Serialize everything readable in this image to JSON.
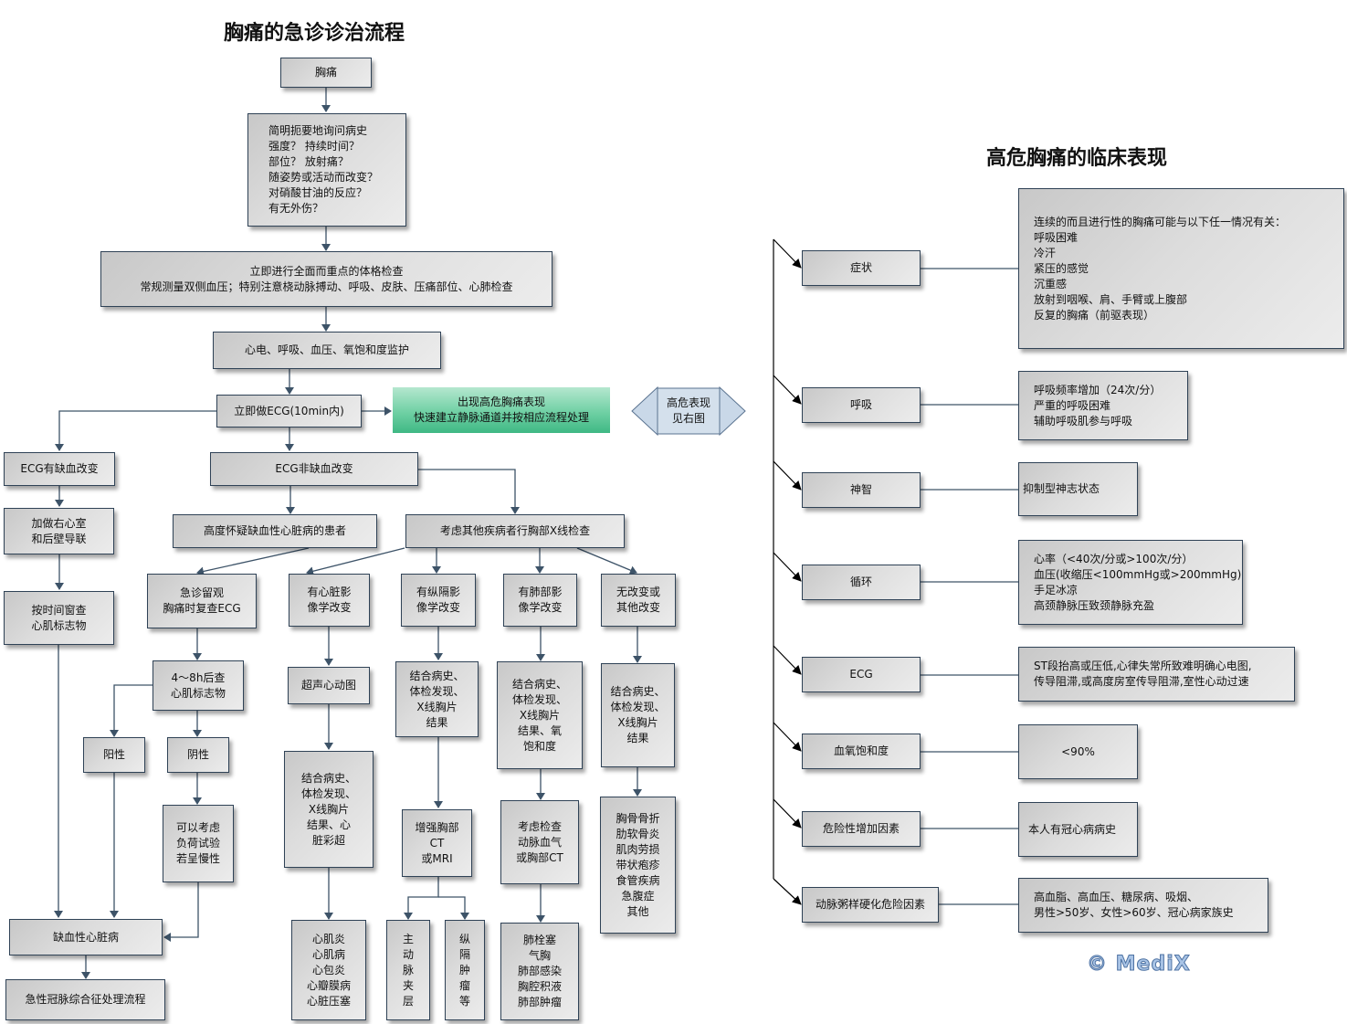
{
  "left_title": "胸痛的急诊诊治流程",
  "right_title": "高危胸痛的临床表现",
  "flow": {
    "chest_pain": "胸痛",
    "history": "简明扼要地询问病史\n强度？          持续时间？\n部位？          放射痛？\n随姿势或活动而改变？\n对硝酸甘油的反应？\n有无外伤？",
    "exam": "立即进行全面而重点的体格检查\n常规测量双侧血压；特别注意桡动脉搏动、呼吸、皮肤、压痛部位、心肺检查",
    "monitor": "心电、呼吸、血压、氧饱和度监护",
    "ecg": "立即做ECG(10min内)",
    "high_risk": "出现高危胸痛表现\n快速建立静脉通道并按相应流程处理",
    "see_right": "高危表现\n见右图",
    "ecg_ischemic": "ECG有缺血改变",
    "ecg_non_ischemic": "ECG非缺血改变",
    "add_leads": "加做右心室\n和后壁导联",
    "markers_window": "按时间窗查\n心肌标志物",
    "suspect_ihd": "高度怀疑缺血性心脏病的患者",
    "consider_other": "考虑其他疾病者行胸部X线检查",
    "observe": "急诊留观\n胸痛时复查ECG",
    "cardiac_img": "有心脏影\n像学改变",
    "mediastinal_img": "有纵隔影\n像学改变",
    "lung_img": "有肺部影\n像学改变",
    "no_change": "无改变或\n其他改变",
    "markers_4_8h": "4～8h后查\n心肌标志物",
    "positive": "阳性",
    "negative": "阴性",
    "stress_test": "可以考虑\n负荷试验\n若呈慢性",
    "echo": "超声心动图",
    "combine_cardiac": "结合病史、\n体检发现、\nX线胸片\n结果、心\n脏彩超",
    "combine_mediastinal": "结合病史、\n体检发现、\nX线胸片\n结果",
    "combine_lung": "结合病史、\n体检发现、\nX线胸片\n结果、氧\n饱和度",
    "combine_other": "结合病史、\n体检发现、\nX线胸片\n结果",
    "enhanced_ct": "增强胸部\nCT\n或MRI",
    "abg_ct": "考虑检查\n动脉血气\n或胸部CT",
    "cardiac_dx": "心肌炎\n心肌病\n心包炎\n心瓣膜病\n心脏压塞",
    "aortic_dissection": "主\n动\n脉\n夹\n层",
    "mediastinal_tumor": "纵\n隔\n肿\n瘤\n等",
    "lung_dx": "肺栓塞\n气胸\n肺部感染\n胸腔积液\n肺部肿瘤",
    "other_dx": "胸骨骨折\n肋软骨炎\n肌肉劳损\n带状疱疹\n食管疾病\n急腹症\n其他",
    "ihd": "缺血性心脏病",
    "acs": "急性冠脉综合征处理流程"
  },
  "high_risk_items": [
    {
      "category": "症状",
      "detail": "连续的而且进行性的胸痛可能与以下任一情况有关：\n呼吸困难\n冷汗\n紧压的感觉\n沉重感\n放射到咽喉、肩、手臂或上腹部\n反复的胸痛（前驱表现）"
    },
    {
      "category": "呼吸",
      "detail": "呼吸频率增加（24次/分）\n严重的呼吸困难\n辅助呼吸肌参与呼吸"
    },
    {
      "category": "神智",
      "detail": "抑制型神志状态"
    },
    {
      "category": "循环",
      "detail": "心率（<40次/分或>100次/分）\n血压(收缩压<100mmHg或>200mmHg)\n手足冰凉\n高颈静脉压致颈静脉充盈"
    },
    {
      "category": "ECG",
      "detail": "ST段抬高或压低,心律失常所致难明确心电图,\n传导阻滞,或高度房室传导阻滞,室性心动过速"
    },
    {
      "category": "血氧饱和度",
      "detail": "<90%"
    },
    {
      "category": "危险性增加因素",
      "detail": "本人有冠心病病史"
    },
    {
      "category": "动脉粥样硬化危险因素",
      "detail": "高血脂、高血压、糖尿病、吸烟、\n男性>50岁、女性>60岁、冠心病家族史"
    }
  ],
  "watermark": "© MediX",
  "colors": {
    "box_border": "#2f4256",
    "connector": "#3d5368",
    "green_box": "#6fd0a4",
    "double_arrow": "#c9d8e8"
  }
}
